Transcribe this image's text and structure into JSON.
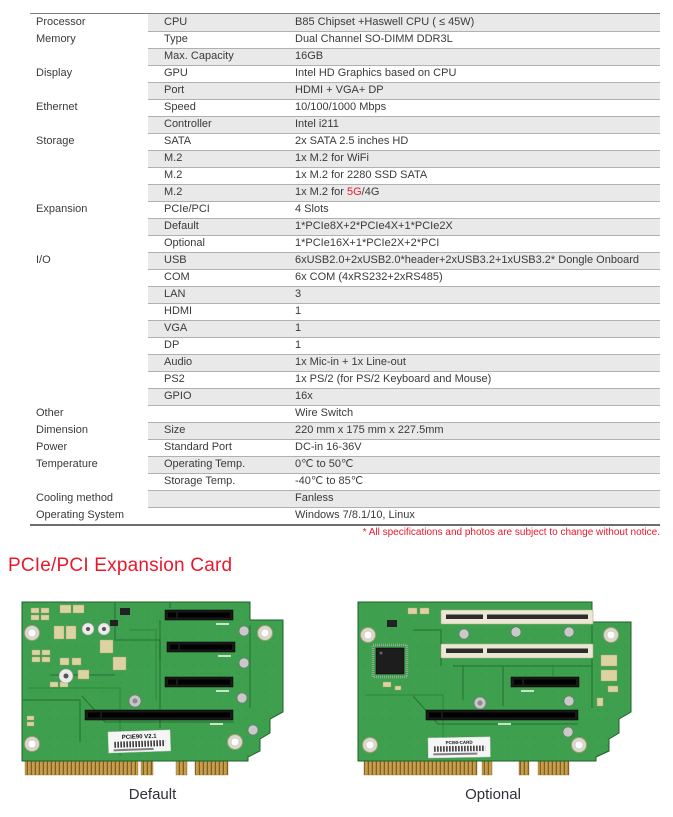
{
  "colors": {
    "accent_red": "#e8192c",
    "row_shade": "#e9e9e9",
    "table_text": "#3a3a3a",
    "pcb_green": "#3ea04e",
    "slot_black": "#191919",
    "pci_cream": "#ece7d2",
    "gold_fingers": "#c89e4a"
  },
  "spec_table": {
    "rows": [
      {
        "category": "Processor",
        "sub": "CPU",
        "value": "B85 Chipset +Haswell  CPU ( ≤ 45W)"
      },
      {
        "category": "Memory",
        "sub": "Type",
        "value": "Dual Channel SO-DIMM DDR3L"
      },
      {
        "category": "",
        "sub": "Max. Capacity",
        "value": "16GB"
      },
      {
        "category": "Display",
        "sub": "GPU",
        "value": "Intel HD Graphics based on CPU"
      },
      {
        "category": "",
        "sub": "Port",
        "value": "HDMI + VGA+ DP"
      },
      {
        "category": "Ethernet",
        "sub": "Speed",
        "value": "10/100/1000 Mbps"
      },
      {
        "category": "",
        "sub": "Controller",
        "value": "Intel i211"
      },
      {
        "category": "Storage",
        "sub": "SATA",
        "value": "2x SATA 2.5 inches HD"
      },
      {
        "category": "",
        "sub": "M.2",
        "value": "1x M.2 for WiFi"
      },
      {
        "category": "",
        "sub": "M.2",
        "value": "1x M.2 for 2280 SSD SATA"
      },
      {
        "category": "",
        "sub": "M.2",
        "value": "",
        "value_parts": {
          "pre": "1x M.2 for ",
          "red": "5G",
          "post": "/4G"
        }
      },
      {
        "category": "Expansion",
        "sub": "PCIe/PCI",
        "value": "4 Slots"
      },
      {
        "category": "",
        "sub": "Default",
        "value": "1*PCIe8X+2*PCIe4X+1*PCIe2X"
      },
      {
        "category": "",
        "sub": "Optional",
        "value": "1*PCIe16X+1*PCIe2X+2*PCI"
      },
      {
        "category": "I/O",
        "sub": "USB",
        "value": "6xUSB2.0+2xUSB2.0*header+2xUSB3.2+1xUSB3.2* Dongle Onboard"
      },
      {
        "category": "",
        "sub": "COM",
        "value": "6x COM (4xRS232+2xRS485)"
      },
      {
        "category": "",
        "sub": "LAN",
        "value": "3"
      },
      {
        "category": "",
        "sub": "HDMI",
        "value": "1"
      },
      {
        "category": "",
        "sub": "VGA",
        "value": "1"
      },
      {
        "category": "",
        "sub": "DP",
        "value": "1"
      },
      {
        "category": "",
        "sub": "Audio",
        "value": "1x Mic-in + 1x Line-out"
      },
      {
        "category": "",
        "sub": "PS2",
        "value": "1x PS/2 (for PS/2 Keyboard and Mouse)"
      },
      {
        "category": "",
        "sub": "GPIO",
        "value": "16x"
      },
      {
        "category": "Other",
        "sub": "",
        "value": "Wire Switch"
      },
      {
        "category": "Dimension",
        "sub": "Size",
        "value": "220 mm x 175 mm x 227.5mm"
      },
      {
        "category": "Power",
        "sub": "Standard Port",
        "value": "DC-in 16-36V"
      },
      {
        "category": "Temperature",
        "sub": "Operating Temp.",
        "value": "0℃ to 50℃"
      },
      {
        "category": "",
        "sub": "Storage Temp.",
        "value": "-40℃ to 85℃"
      },
      {
        "category": "Cooling method",
        "sub": "",
        "value": "Fanless"
      },
      {
        "category": "Operating System",
        "sub": "",
        "value": "Windows 7/8.1/10, Linux"
      }
    ],
    "footnote": "* All specifications and photos are subject to change without notice."
  },
  "section": {
    "title": "PCIe/PCI Expansion Card",
    "cards": [
      {
        "caption": "Default",
        "board_label": "PCIE90 V2.1"
      },
      {
        "caption": "Optional",
        "board_label": "PCI90-CARD"
      }
    ]
  }
}
